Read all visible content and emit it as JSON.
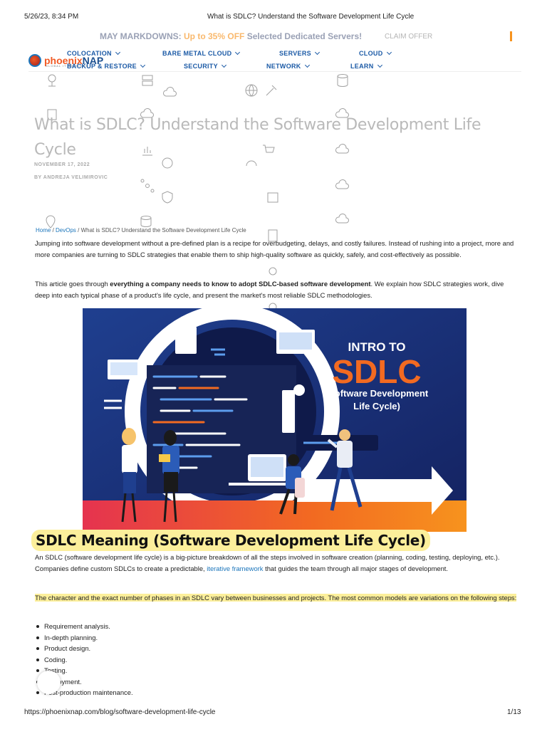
{
  "print_header": {
    "timestamp": "5/26/23, 8:34 PM",
    "page_title": "What is SDLC? Understand the Software Development Life Cycle"
  },
  "print_footer": {
    "url": "https://phoenixnap.com/blog/software-development-life-cycle",
    "page_number": "1/13"
  },
  "promo": {
    "prefix": "MAY MARKDOWNS:",
    "highlight": "Up to 35% OFF",
    "suffix": "Selected Dedicated Servers!",
    "claim_label": "CLAIM OFFER"
  },
  "logo": {
    "name_a": "phoenix",
    "name_b": "NAP",
    "tagline": "GLOBAL IT SERVICES"
  },
  "nav": {
    "row1": [
      "COLOCATION",
      "BARE METAL CLOUD",
      "SERVERS",
      "CLOUD"
    ],
    "row2": [
      "BACKUP & RESTORE",
      "SECURITY",
      "NETWORK",
      "LEARN"
    ]
  },
  "article": {
    "title": "What is SDLC? Understand the Software Development Life Cycle",
    "date": "NOVEMBER 17, 2022",
    "author": "BY ANDREJA VELIMIROVIC",
    "breadcrumb": {
      "home": "Home",
      "section": "DevOps",
      "current": "What is SDLC? Understand the Software Development Life Cycle"
    },
    "intro_1": "Jumping into software development without a pre-defined plan is a recipe for overbudgeting, delays, and costly failures. Instead of rushing into a project, more and more companies are turning to SDLC strategies that enable them to ship high-quality software as quickly, safely, and cost-effectively as possible.",
    "intro_2_a": "This article goes through ",
    "intro_2_b": "everything a company needs to know to adopt SDLC-based software development",
    "intro_2_c": ". We explain how SDLC strategies work, dive deep into each typical phase of a product's life cycle, and present the market's most reliable SDLC methodologies.",
    "hero": {
      "line1": "INTRO TO",
      "line2": "SDLC",
      "line3": "(Software Development",
      "line4": "Life Cycle)",
      "bg_dark": "#1d2b6b",
      "accent": "#f26a21"
    },
    "section_heading": "SDLC Meaning (Software Development Life Cycle)",
    "meaning_a": "An SDLC (software development life cycle) is a big-picture breakdown of all the steps involved in software creation (planning, coding, testing, deploying, etc.). Companies define custom SDLCs to create a predictable, ",
    "meaning_link": "iterative framework",
    "meaning_b": " that guides the team through all major stages of development.",
    "phases_note": "The character and the exact number of phases in an SDLC vary between businesses and projects. The most common models are variations on the following steps:",
    "steps": [
      "Requirement analysis.",
      "In-depth planning.",
      "Product design.",
      "Coding.",
      "Testing.",
      "Deployment.",
      "Post-production maintenance."
    ]
  }
}
